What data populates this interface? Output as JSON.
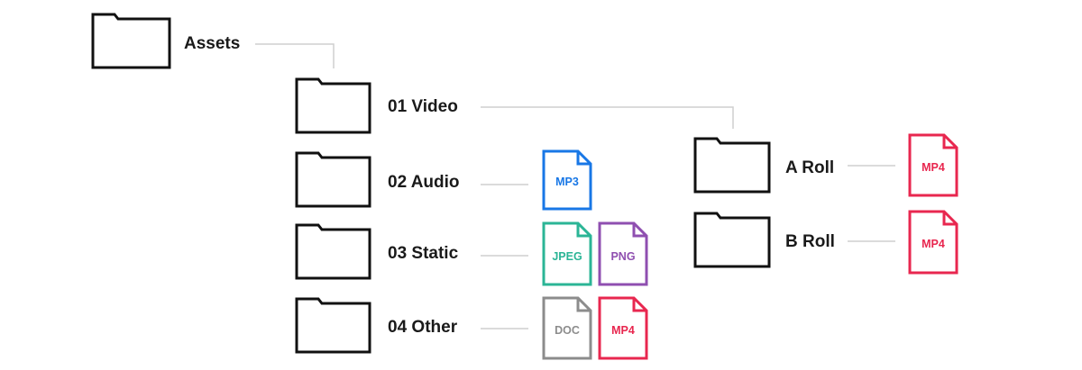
{
  "colors": {
    "folder": "#111111",
    "connector": "#cfcfcf",
    "mp3": "#1877e6",
    "jpeg": "#2bb596",
    "png": "#8f4fb0",
    "doc": "#8c8c8c",
    "mp4": "#e8274f"
  },
  "folders": {
    "assets": "Assets",
    "video": "01 Video",
    "audio": "02 Audio",
    "static": "03 Static",
    "other": "04 Other",
    "a_roll": "A Roll",
    "b_roll": "B Roll"
  },
  "files": {
    "audio_mp3": "MP3",
    "static_jpeg": "JPEG",
    "static_png": "PNG",
    "other_doc": "DOC",
    "other_mp4": "MP4",
    "a_roll_mp4": "MP4",
    "b_roll_mp4": "MP4"
  }
}
